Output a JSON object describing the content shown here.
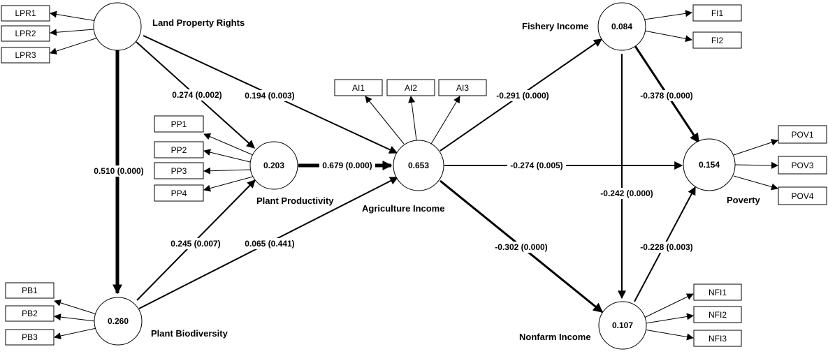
{
  "constructs": {
    "lpr": {
      "name": "Land Property Rights",
      "r2": ""
    },
    "pb": {
      "name": "Plant Biodiversity",
      "r2": "0.260"
    },
    "pp": {
      "name": "Plant Productivity",
      "r2": "0.203"
    },
    "ai": {
      "name": "Agriculture Income",
      "r2": "0.653"
    },
    "fi": {
      "name": "Fishery Income",
      "r2": "0.084"
    },
    "nfi": {
      "name": "Nonfarm Income",
      "r2": "0.107"
    },
    "pov": {
      "name": "Poverty",
      "r2": "0.154"
    }
  },
  "indicators": {
    "lpr": [
      "LPR1",
      "LPR2",
      "LPR3"
    ],
    "pb": [
      "PB1",
      "PB2",
      "PB3"
    ],
    "pp": [
      "PP1",
      "PP2",
      "PP3",
      "PP4"
    ],
    "ai": [
      "AI1",
      "AI2",
      "AI3"
    ],
    "fi": [
      "FI1",
      "FI2"
    ],
    "nfi": [
      "NFI1",
      "NFI2",
      "NFI3"
    ],
    "pov": [
      "POV1",
      "POV3",
      "POV4"
    ]
  },
  "paths": {
    "lpr_pb": "0.510 (0.000)",
    "lpr_pp": "0.274 (0.002)",
    "lpr_ai": "0.194 (0.003)",
    "pb_pp": "0.245 (0.007)",
    "pb_ai": "0.065 (0.441)",
    "pp_ai": "0.679 (0.000)",
    "ai_fi": "-0.291 (0.000)",
    "ai_pov": "-0.274 (0.005)",
    "ai_nfi": "-0.302 (0.000)",
    "fi_pov": "-0.378 (0.000)",
    "fi_nfi": "-0.242 (0.000)",
    "nfi_pov": "-0.228 (0.003)"
  }
}
